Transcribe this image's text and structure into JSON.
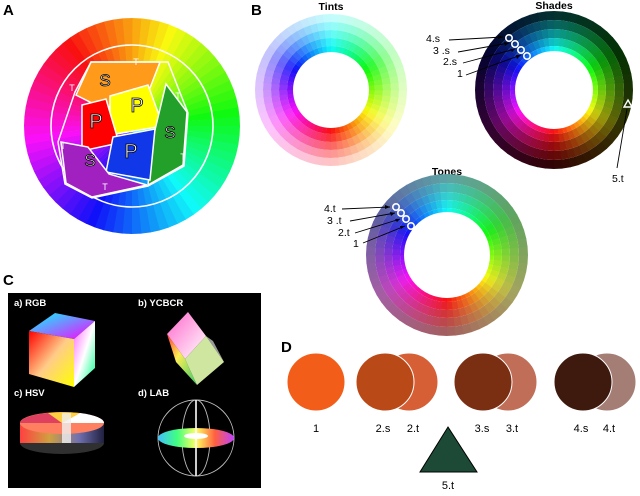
{
  "panels": {
    "a": "A",
    "b": "B",
    "c": "C",
    "d": "D"
  },
  "panel_a": {
    "primary_label": "P",
    "secondary_label": "S",
    "tertiary_label": "T"
  },
  "panel_b": {
    "tints_title": "Tints",
    "shades_title": "Shades",
    "tones_title": "Tones",
    "shades_labels": [
      "4.s",
      "3 .s",
      "2.s",
      "1"
    ],
    "shades_tri_label": "5.t",
    "tones_labels": [
      "4.t",
      "3 .t",
      "2.t",
      "1"
    ]
  },
  "panel_c": {
    "spaces": [
      "a) RGB",
      "b) YCBCR",
      "c) HSV",
      "d) LAB"
    ]
  },
  "panel_d": {
    "swatches": [
      {
        "label": "1",
        "color": "#F25E1A"
      },
      {
        "label": "2.s",
        "color": "#B94916"
      },
      {
        "label": "2.t",
        "color": "#D65F36"
      },
      {
        "label": "3.s",
        "color": "#7A2E12"
      },
      {
        "label": "3.t",
        "color": "#C06E58"
      },
      {
        "label": "4.s",
        "color": "#3E1A0E"
      },
      {
        "label": "4.t",
        "color": "#A47D74"
      }
    ],
    "triangle_label": "5.t",
    "triangle_color": "#1C4A36"
  }
}
